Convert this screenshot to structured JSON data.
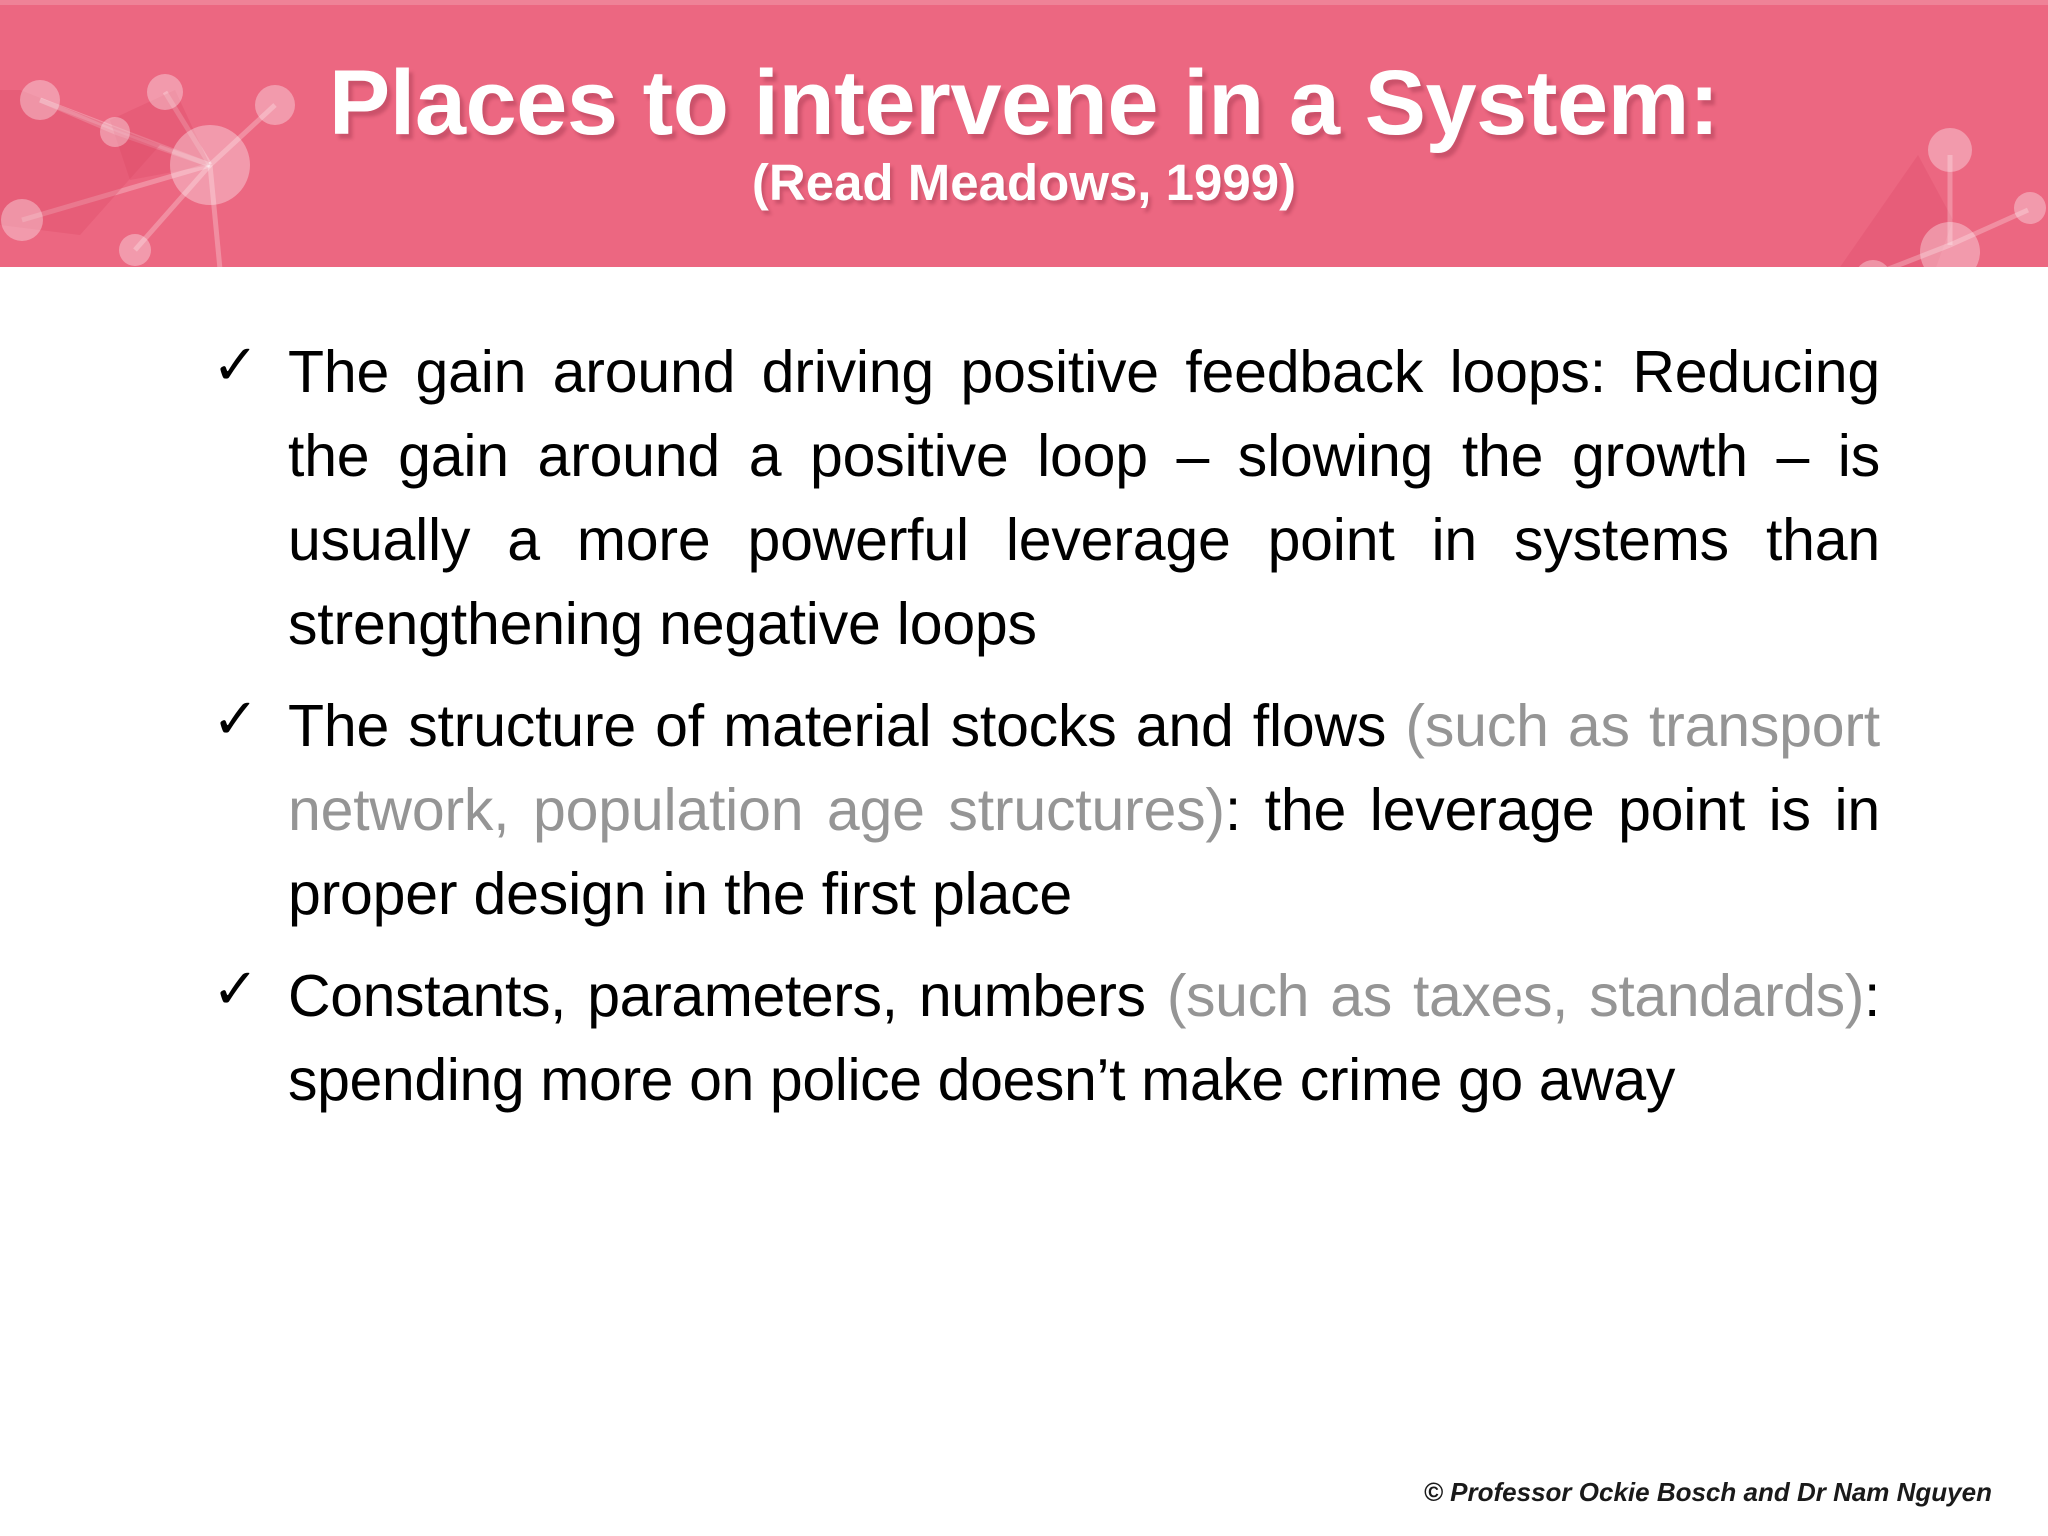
{
  "header": {
    "title": "Places to intervene in a System:",
    "subtitle": "(Read Meadows, 1999)",
    "band_color": "#ec6781",
    "title_color": "#ffffff",
    "decoration_left": "network-nodes-graphic",
    "decoration_right": "network-nodes-graphic"
  },
  "body": {
    "bullet_marker": "✓",
    "muted_color": "#959595",
    "text_color": "#000000",
    "bullets": [
      {
        "id": "gain-positive-feedback-loops",
        "segments": [
          {
            "text": "The gain around driving positive feedback loops: Reducing the gain around a positive loop – slowing the growth – is usually a more powerful leverage point in systems than strengthening negative loops",
            "muted": false
          }
        ]
      },
      {
        "id": "structure-material-stocks-flows",
        "segments": [
          {
            "text": "The structure of material stocks and flows ",
            "muted": false
          },
          {
            "text": "(such as transport network, population age structures)",
            "muted": true
          },
          {
            "text": ": the leverage point is in proper design in the first place",
            "muted": false
          }
        ]
      },
      {
        "id": "constants-parameters-numbers",
        "segments": [
          {
            "text": "Constants, parameters, numbers ",
            "muted": false
          },
          {
            "text": "(such as taxes, standards)",
            "muted": true
          },
          {
            "text": ": spending more on police doesn’t make crime go away",
            "muted": false
          }
        ]
      }
    ]
  },
  "footer": {
    "copyright": "© Professor Ockie Bosch and Dr Nam Nguyen"
  }
}
